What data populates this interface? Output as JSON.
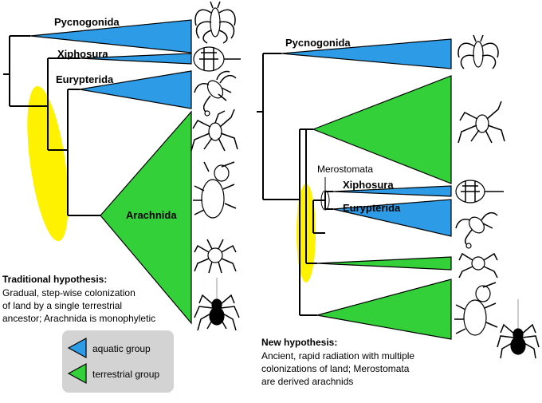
{
  "colors": {
    "aquatic": "#2d9be6",
    "terrestrial": "#34d03a",
    "highlight": "#fff200",
    "legend_bg": "#d3d3d3"
  },
  "left_tree": {
    "labels": {
      "pycnogonida": "Pycnogonida",
      "xiphosura": "Xiphosura",
      "eurypterida": "Eurypterida",
      "arachnida": "Arachnida"
    },
    "hypothesis_title": "Traditional hypothesis:",
    "hypothesis_lines": [
      "Gradual, step-wise colonization",
      "of land by a single terrestrial",
      "ancestor; Arachnida is monophyletic"
    ]
  },
  "right_tree": {
    "labels": {
      "pycnogonida": "Pycnogonida",
      "merostomata": "Merostomata",
      "xiphosura": "Xiphosura",
      "eurypterida": "Eurypterida"
    },
    "hypothesis_title": "New hypothesis:",
    "hypothesis_lines": [
      "Ancient, rapid radiation with multiple",
      "colonizations of land; Merostomata",
      "are derived arachnids"
    ]
  },
  "legend": {
    "aquatic": "aquatic group",
    "terrestrial": "terrestrial group"
  },
  "icons": [
    "sea-spider-icon",
    "horseshoe-crab-icon",
    "scorpion-icon",
    "harvestman-icon",
    "whip-scorpion-icon",
    "mite-icon",
    "spider-icon"
  ]
}
